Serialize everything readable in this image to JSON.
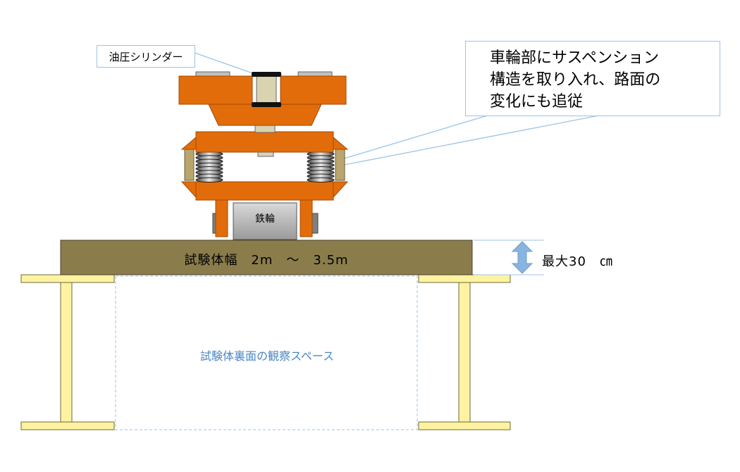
{
  "labels": {
    "hydraulic_cylinder": "油圧シリンダー",
    "suspension_lines": [
      "車輪部にサスペンション",
      "構造を取り入れ、路面の",
      "変化にも追従"
    ],
    "iron_wheel": "鉄輪",
    "specimen_width": "試験体幅　2m　～　3.5m",
    "max_thickness": "最大30　㎝",
    "observation_space": "試験体裏面の観察スペース"
  },
  "colors": {
    "frame_orange": "#e36c0a",
    "frame_orange_dark": "#a04a06",
    "specimen_olive": "#8b7d4b",
    "ibeam_yellow": "#fff2a0",
    "ibeam_stroke": "#6b6b3a",
    "callout_line": "#9dc3e6",
    "arrow_blue": "#9dc3e6",
    "observation_text": "#4a86c5",
    "dashed_border": "#9dc3e6"
  }
}
